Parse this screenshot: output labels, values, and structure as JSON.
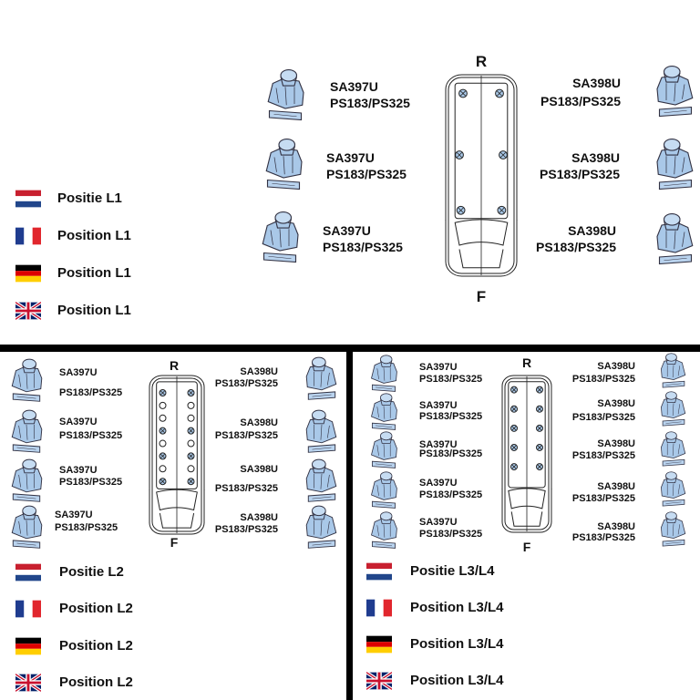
{
  "panels": [
    {
      "id": "l1",
      "rear_label": "R",
      "front_label": "F",
      "left_parts": [
        {
          "code": "SA397U",
          "pads": "PS183/PS325"
        },
        {
          "code": "SA397U",
          "pads": "PS183/PS325"
        },
        {
          "code": "SA397U",
          "pads": "PS183/PS325"
        }
      ],
      "right_parts": [
        {
          "code": "SA398U",
          "pads": "PS183/PS325"
        },
        {
          "code": "SA398U",
          "pads": "PS183/PS325"
        },
        {
          "code": "SA398U",
          "pads": "PS183/PS325"
        }
      ],
      "legend": [
        {
          "flag": "nl-flag",
          "text": "Positie L1"
        },
        {
          "flag": "fr-flag",
          "text": "Position L1"
        },
        {
          "flag": "de-flag",
          "text": "Position L1"
        },
        {
          "flag": "uk-flag",
          "text": "Position L1"
        }
      ]
    },
    {
      "id": "l2",
      "rear_label": "R",
      "front_label": "F",
      "left_parts": [
        {
          "code": "SA397U",
          "pads": "PS183/PS325"
        },
        {
          "code": "SA397U",
          "pads": "PS183/PS325"
        },
        {
          "code": "SA397U",
          "pads": "PS183/PS325"
        },
        {
          "code": "SA397U",
          "pads": "PS183/PS325"
        }
      ],
      "right_parts": [
        {
          "code": "SA398U",
          "pads": "PS183/PS325"
        },
        {
          "code": "SA398U",
          "pads": "PS183/PS325"
        },
        {
          "code": "SA398U",
          "pads": "PS183/PS325"
        },
        {
          "code": "SA398U",
          "pads": "PS183/PS325"
        }
      ],
      "legend": [
        {
          "flag": "nl-flag",
          "text": "Positie L2"
        },
        {
          "flag": "fr-flag",
          "text": "Position L2"
        },
        {
          "flag": "de-flag",
          "text": "Position L2"
        },
        {
          "flag": "uk-flag",
          "text": "Position L2"
        }
      ]
    },
    {
      "id": "l3l4",
      "rear_label": "R",
      "front_label": "F",
      "left_parts": [
        {
          "code": "SA397U",
          "pads": "PS183/PS325"
        },
        {
          "code": "SA397U",
          "pads": "PS183/PS325"
        },
        {
          "code": "SA397U",
          "pads": "PS183/PS325"
        },
        {
          "code": "SA397U",
          "pads": "PS183/PS325"
        },
        {
          "code": "SA397U",
          "pads": "PS183/PS325"
        }
      ],
      "right_parts": [
        {
          "code": "SA398U",
          "pads": "PS183/PS325"
        },
        {
          "code": "SA398U",
          "pads": "PS183/PS325"
        },
        {
          "code": "SA398U",
          "pads": "PS183/PS325"
        },
        {
          "code": "SA398U",
          "pads": "PS183/PS325"
        },
        {
          "code": "SA398U",
          "pads": "PS183/PS325"
        }
      ],
      "legend": [
        {
          "flag": "nl-flag",
          "text": "Positie L3/L4"
        },
        {
          "flag": "fr-flag",
          "text": "Position L3/L4"
        },
        {
          "flag": "de-flag",
          "text": "Position L3/L4"
        },
        {
          "flag": "uk-flag",
          "text": "Position L3/L4"
        }
      ]
    }
  ],
  "colors": {
    "part_blue": "#a9c8e8",
    "mount_blue": "#a9c8e8",
    "divider": "#000000"
  }
}
